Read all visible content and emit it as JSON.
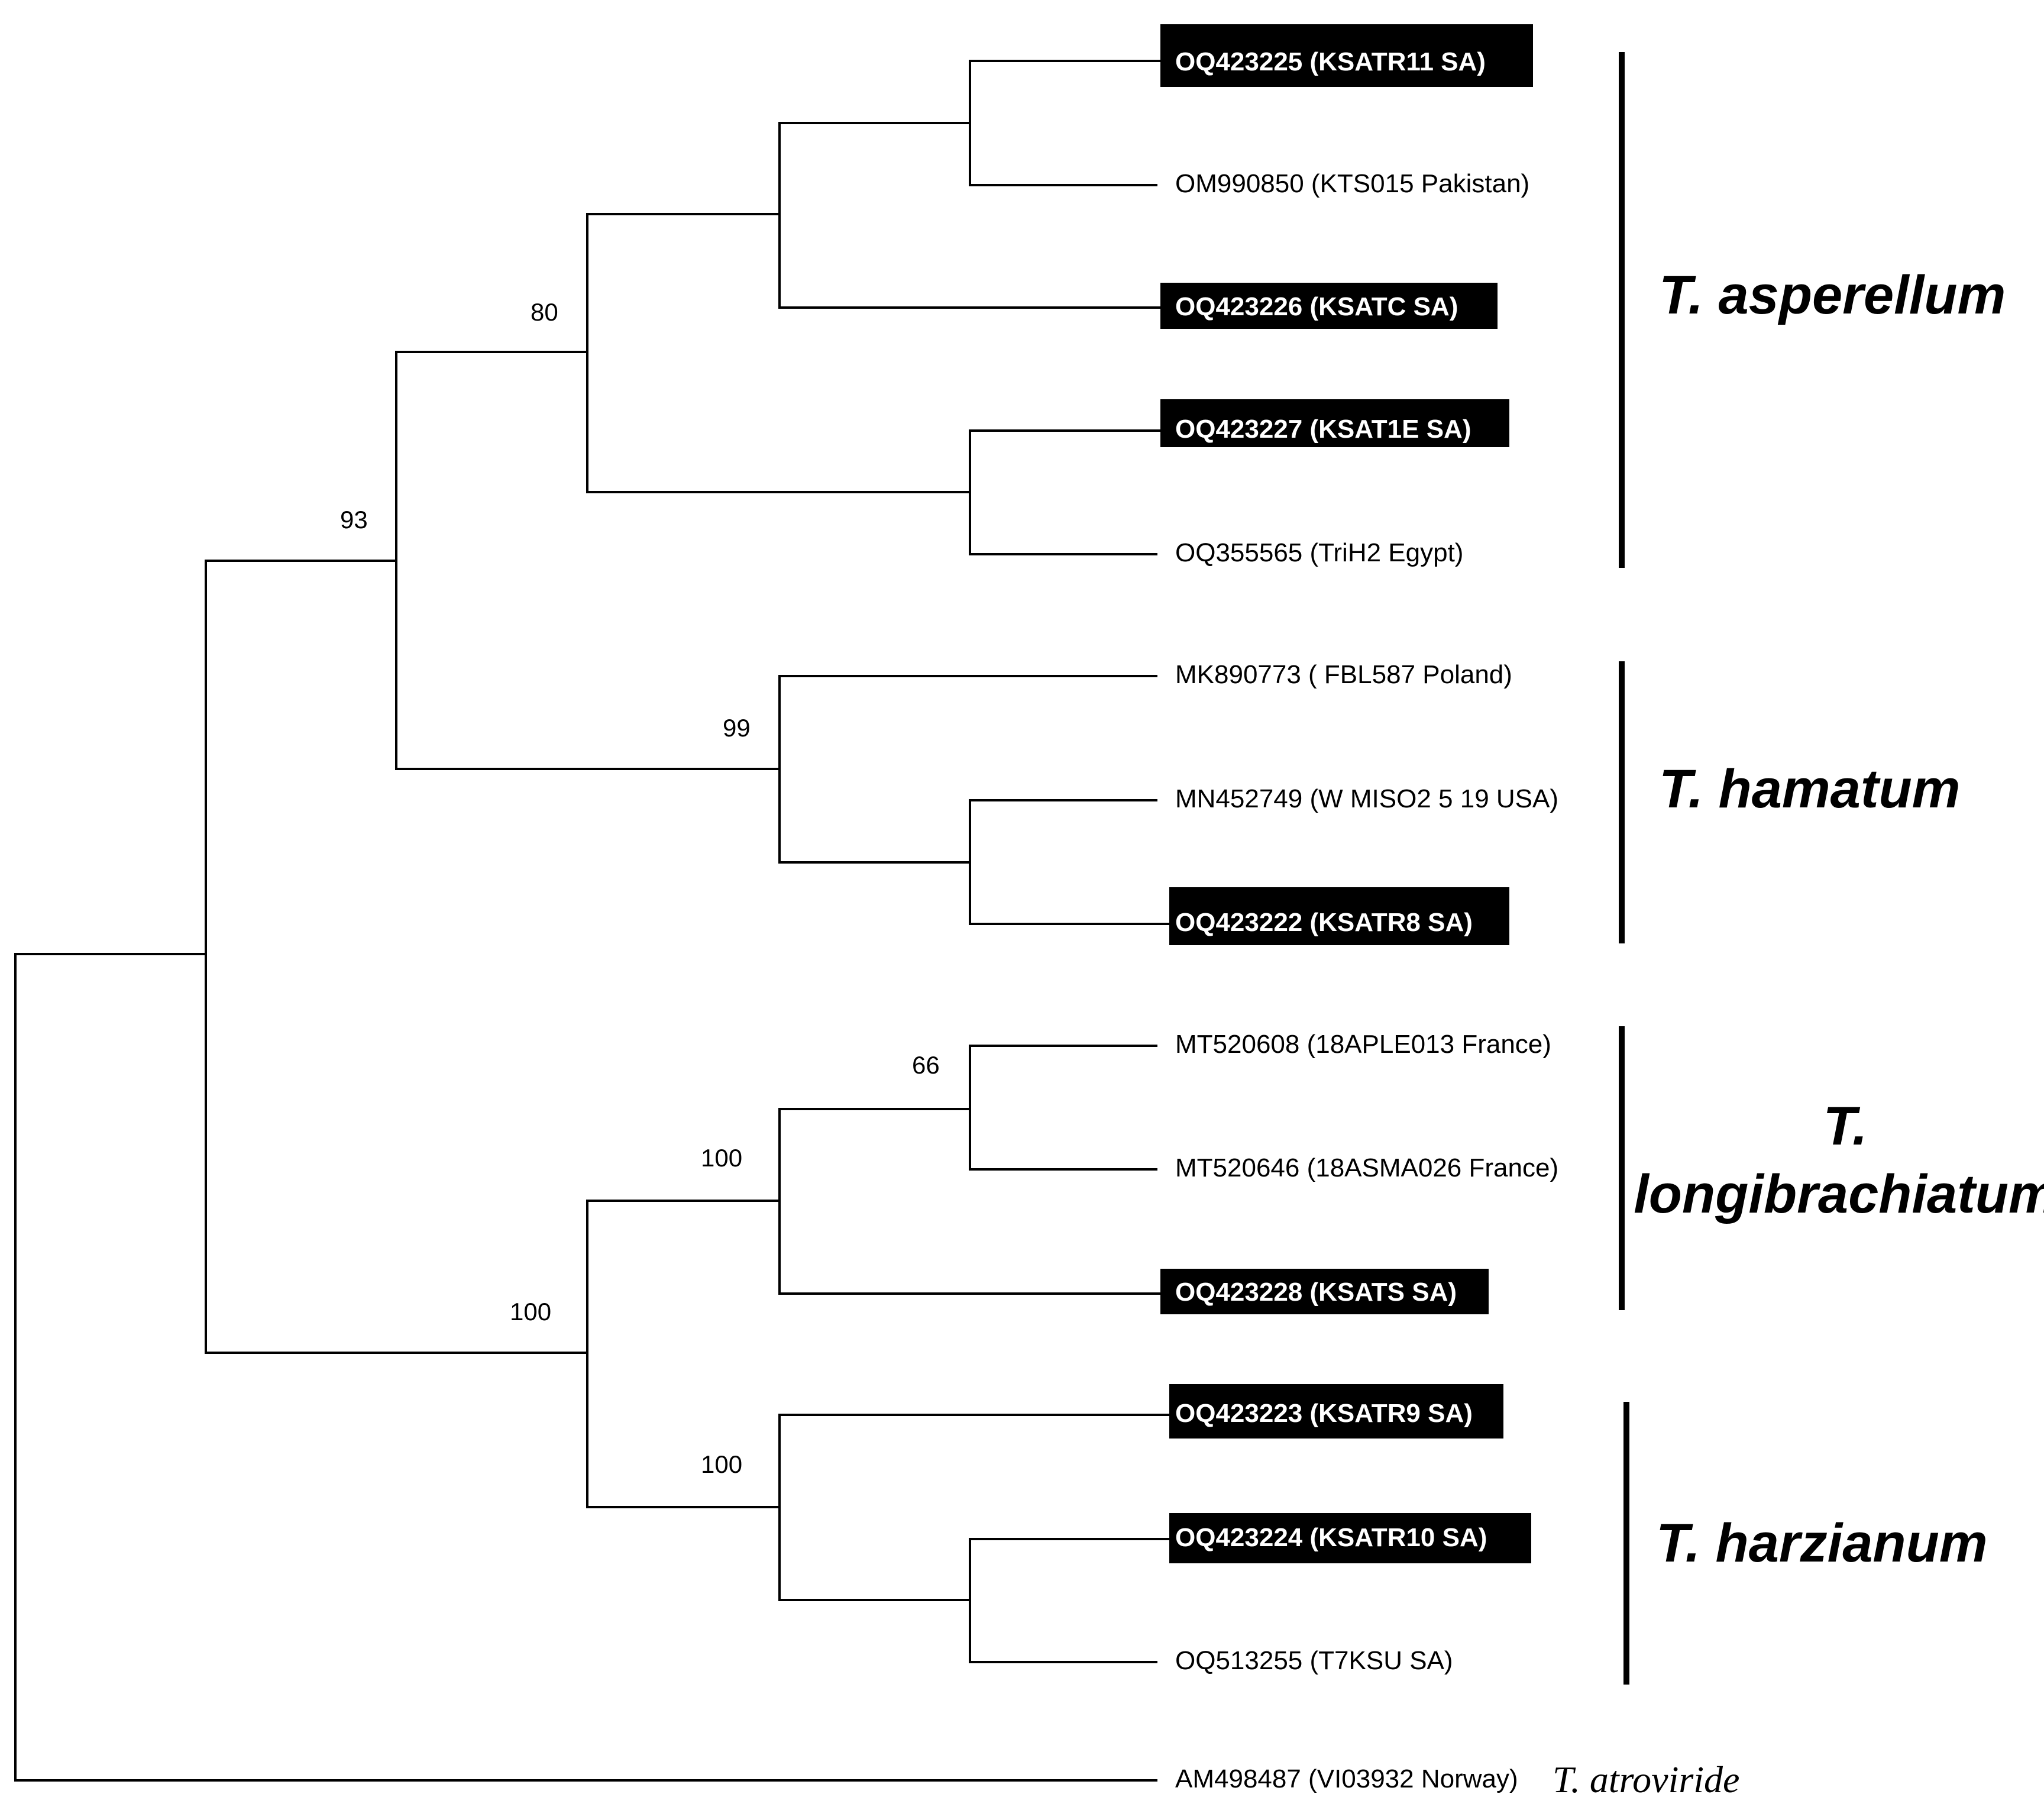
{
  "tree": {
    "leaves": [
      {
        "id": "leaf-oq423225",
        "label": "OQ423225 (KSATR11 SA)",
        "highlighted": true
      },
      {
        "id": "leaf-om990850",
        "label": "OM990850 (KTS015 Pakistan)",
        "highlighted": false
      },
      {
        "id": "leaf-oq423226",
        "label": "OQ423226 (KSATC SA)",
        "highlighted": true
      },
      {
        "id": "leaf-oq423227",
        "label": "OQ423227 (KSAT1E SA)",
        "highlighted": true
      },
      {
        "id": "leaf-oq355565",
        "label": "OQ355565 (TriH2 Egypt)",
        "highlighted": false
      },
      {
        "id": "leaf-mk890773",
        "label": "MK890773 ( FBL587 Poland)",
        "highlighted": false
      },
      {
        "id": "leaf-mn452749",
        "label": "MN452749 (W MISO2 5 19 USA)",
        "highlighted": false
      },
      {
        "id": "leaf-oq423222",
        "label": "OQ423222 (KSATR8 SA)",
        "highlighted": true
      },
      {
        "id": "leaf-mt520608",
        "label": "MT520608 (18APLE013 France)",
        "highlighted": false
      },
      {
        "id": "leaf-mt520646",
        "label": "MT520646 (18ASMA026 France)",
        "highlighted": false
      },
      {
        "id": "leaf-oq423228",
        "label": "OQ423228 (KSATS SA)",
        "highlighted": true
      },
      {
        "id": "leaf-oq423223",
        "label": "OQ423223 (KSATR9 SA)",
        "highlighted": true
      },
      {
        "id": "leaf-oq423224",
        "label": "OQ423224 (KSATR10 SA)",
        "highlighted": true
      },
      {
        "id": "leaf-oq513255",
        "label": "OQ513255 (T7KSU SA)",
        "highlighted": false
      },
      {
        "id": "leaf-am498487",
        "label": "AM498487 (VI03932 Norway)",
        "highlighted": false
      }
    ],
    "outgroup_species": "T. atroviride",
    "support_values": [
      {
        "id": "node-80",
        "value": "80"
      },
      {
        "id": "node-93",
        "value": "93"
      },
      {
        "id": "node-99",
        "value": "99"
      },
      {
        "id": "node-66",
        "value": "66"
      },
      {
        "id": "node-100-a",
        "value": "100"
      },
      {
        "id": "node-100-b",
        "value": "100"
      },
      {
        "id": "node-100-c",
        "value": "100"
      }
    ],
    "clades": [
      {
        "id": "clade-asperellum",
        "lines": [
          "T. asperellum"
        ]
      },
      {
        "id": "clade-hamatum",
        "lines": [
          "T. hamatum"
        ]
      },
      {
        "id": "clade-longibrachiatum",
        "lines": [
          "T.",
          "longibrachiatum"
        ]
      },
      {
        "id": "clade-harzianum",
        "lines": [
          "T. harzianum"
        ]
      }
    ]
  },
  "colors": {
    "highlight_box": "#000000",
    "highlight_text": "#ffffff",
    "line": "#000000",
    "background": "#ffffff"
  }
}
